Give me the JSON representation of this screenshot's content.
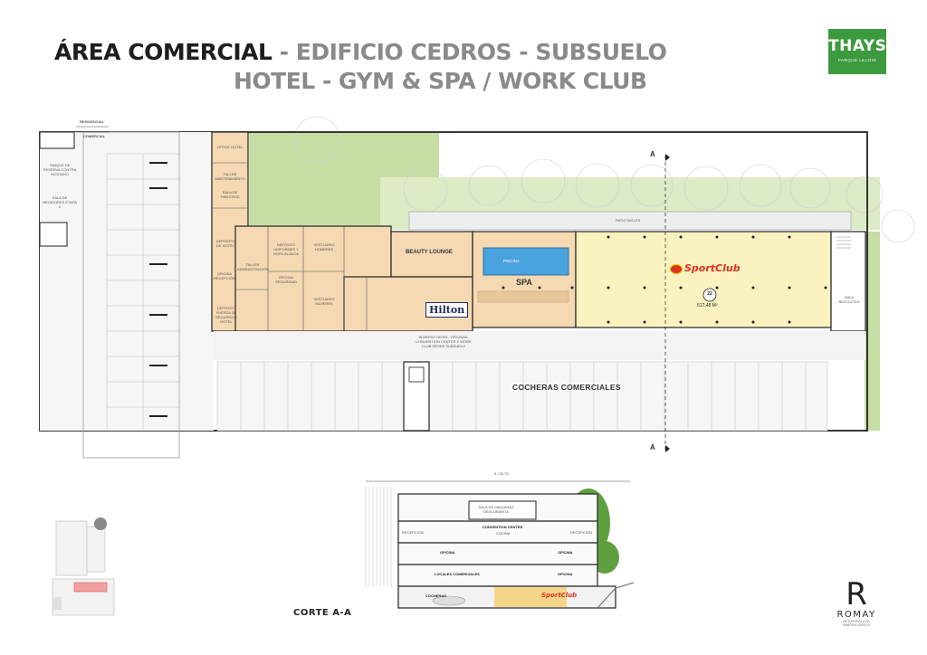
{
  "title": {
    "line1_dark": "ÁREA COMERCIAL",
    "line1_gray": " - EDIFICIO CEDROS - SUBSUELO",
    "line2_gray": "HOTEL - GYM & SPA / WORK CLUB"
  },
  "brand": {
    "name": "THAYS",
    "sub": "PARQUE LELOIR",
    "color": "#3b9a3e"
  },
  "developer": {
    "name": "ROMAY",
    "sub": "DESARROLLOS INMOBILIARIOS"
  },
  "plan": {
    "residencial": "RESIDENCIAL",
    "comercial": "COMERCIAL",
    "tanque": "TANQUE DE RESERVA CONTRA INCENDIO",
    "sala_medidores": "SALA DE MEDIDORES ETAPA 2",
    "office_hotel": "OFFICE HOTEL",
    "taller": "TALLER MANTENIMIENTO",
    "sala_tableros": "SALA DE TABLEROS",
    "depo_hotel": "DEPÓSITO DE HOTEL",
    "vestuario_hombres": "VESTUARIO HOMBRES",
    "vestuario_mujeres": "VESTUARIO MUJERES",
    "deposito_uniformes": "DEPÓSITO UNIFORMES Y ROPA BLANCA",
    "taller_administracion": "TALLER ADMINISTRACIÓN",
    "oficina_recepcion": "OFICINA RECEPCIÓN",
    "oficina_seguridad": "OFICINA SEGURIDAD",
    "deposito_fuerza": "DEPÓSITO FUERZA DE SEGURIDAD HOTEL",
    "beauty_lounge": "BEAUTY LOUNGE",
    "piscina": "PISCINA",
    "spa": "SPA",
    "hilton": "Hilton",
    "sportclub": "SportClub",
    "unit_number": "22",
    "unit_area": "517,48 M²",
    "patio": "PATIO INGLES",
    "sala_bicicletas": "SALA BICICLETAS",
    "ingreso_note": "INGRESO HOTEL, OFICINAS, CONVENTION CENTER Y WORK CLUB DESDE SUBSUELO",
    "cocheras": "COCHERAS COMERCIALES",
    "section_mark": "A"
  },
  "section": {
    "label": "CORTE A-A",
    "dim": "5 / 30.75",
    "sala_maquinas": "SALA DE MAQUINAS DESCUBIERTA",
    "convention": "CONVENTION CENTER",
    "cocina": "COCINA",
    "recepcion_l": "RECEPCION",
    "recepcion_r": "RECEPCION",
    "oficina_l": "OFICINA",
    "oficina_r": "OFICINA",
    "locales": "LOCALES COMERCIALES",
    "oficina_r2": "OFICINA",
    "cocheras": "COCHERAS",
    "sportclub": "SportClub"
  },
  "colors": {
    "hotel": "#f5d9b3",
    "sport": "#faf3bf",
    "green": "#c6dea4",
    "green_light": "#ddebc6",
    "pool": "#4aa3df",
    "wall": "#222222",
    "red": "#e03020"
  }
}
